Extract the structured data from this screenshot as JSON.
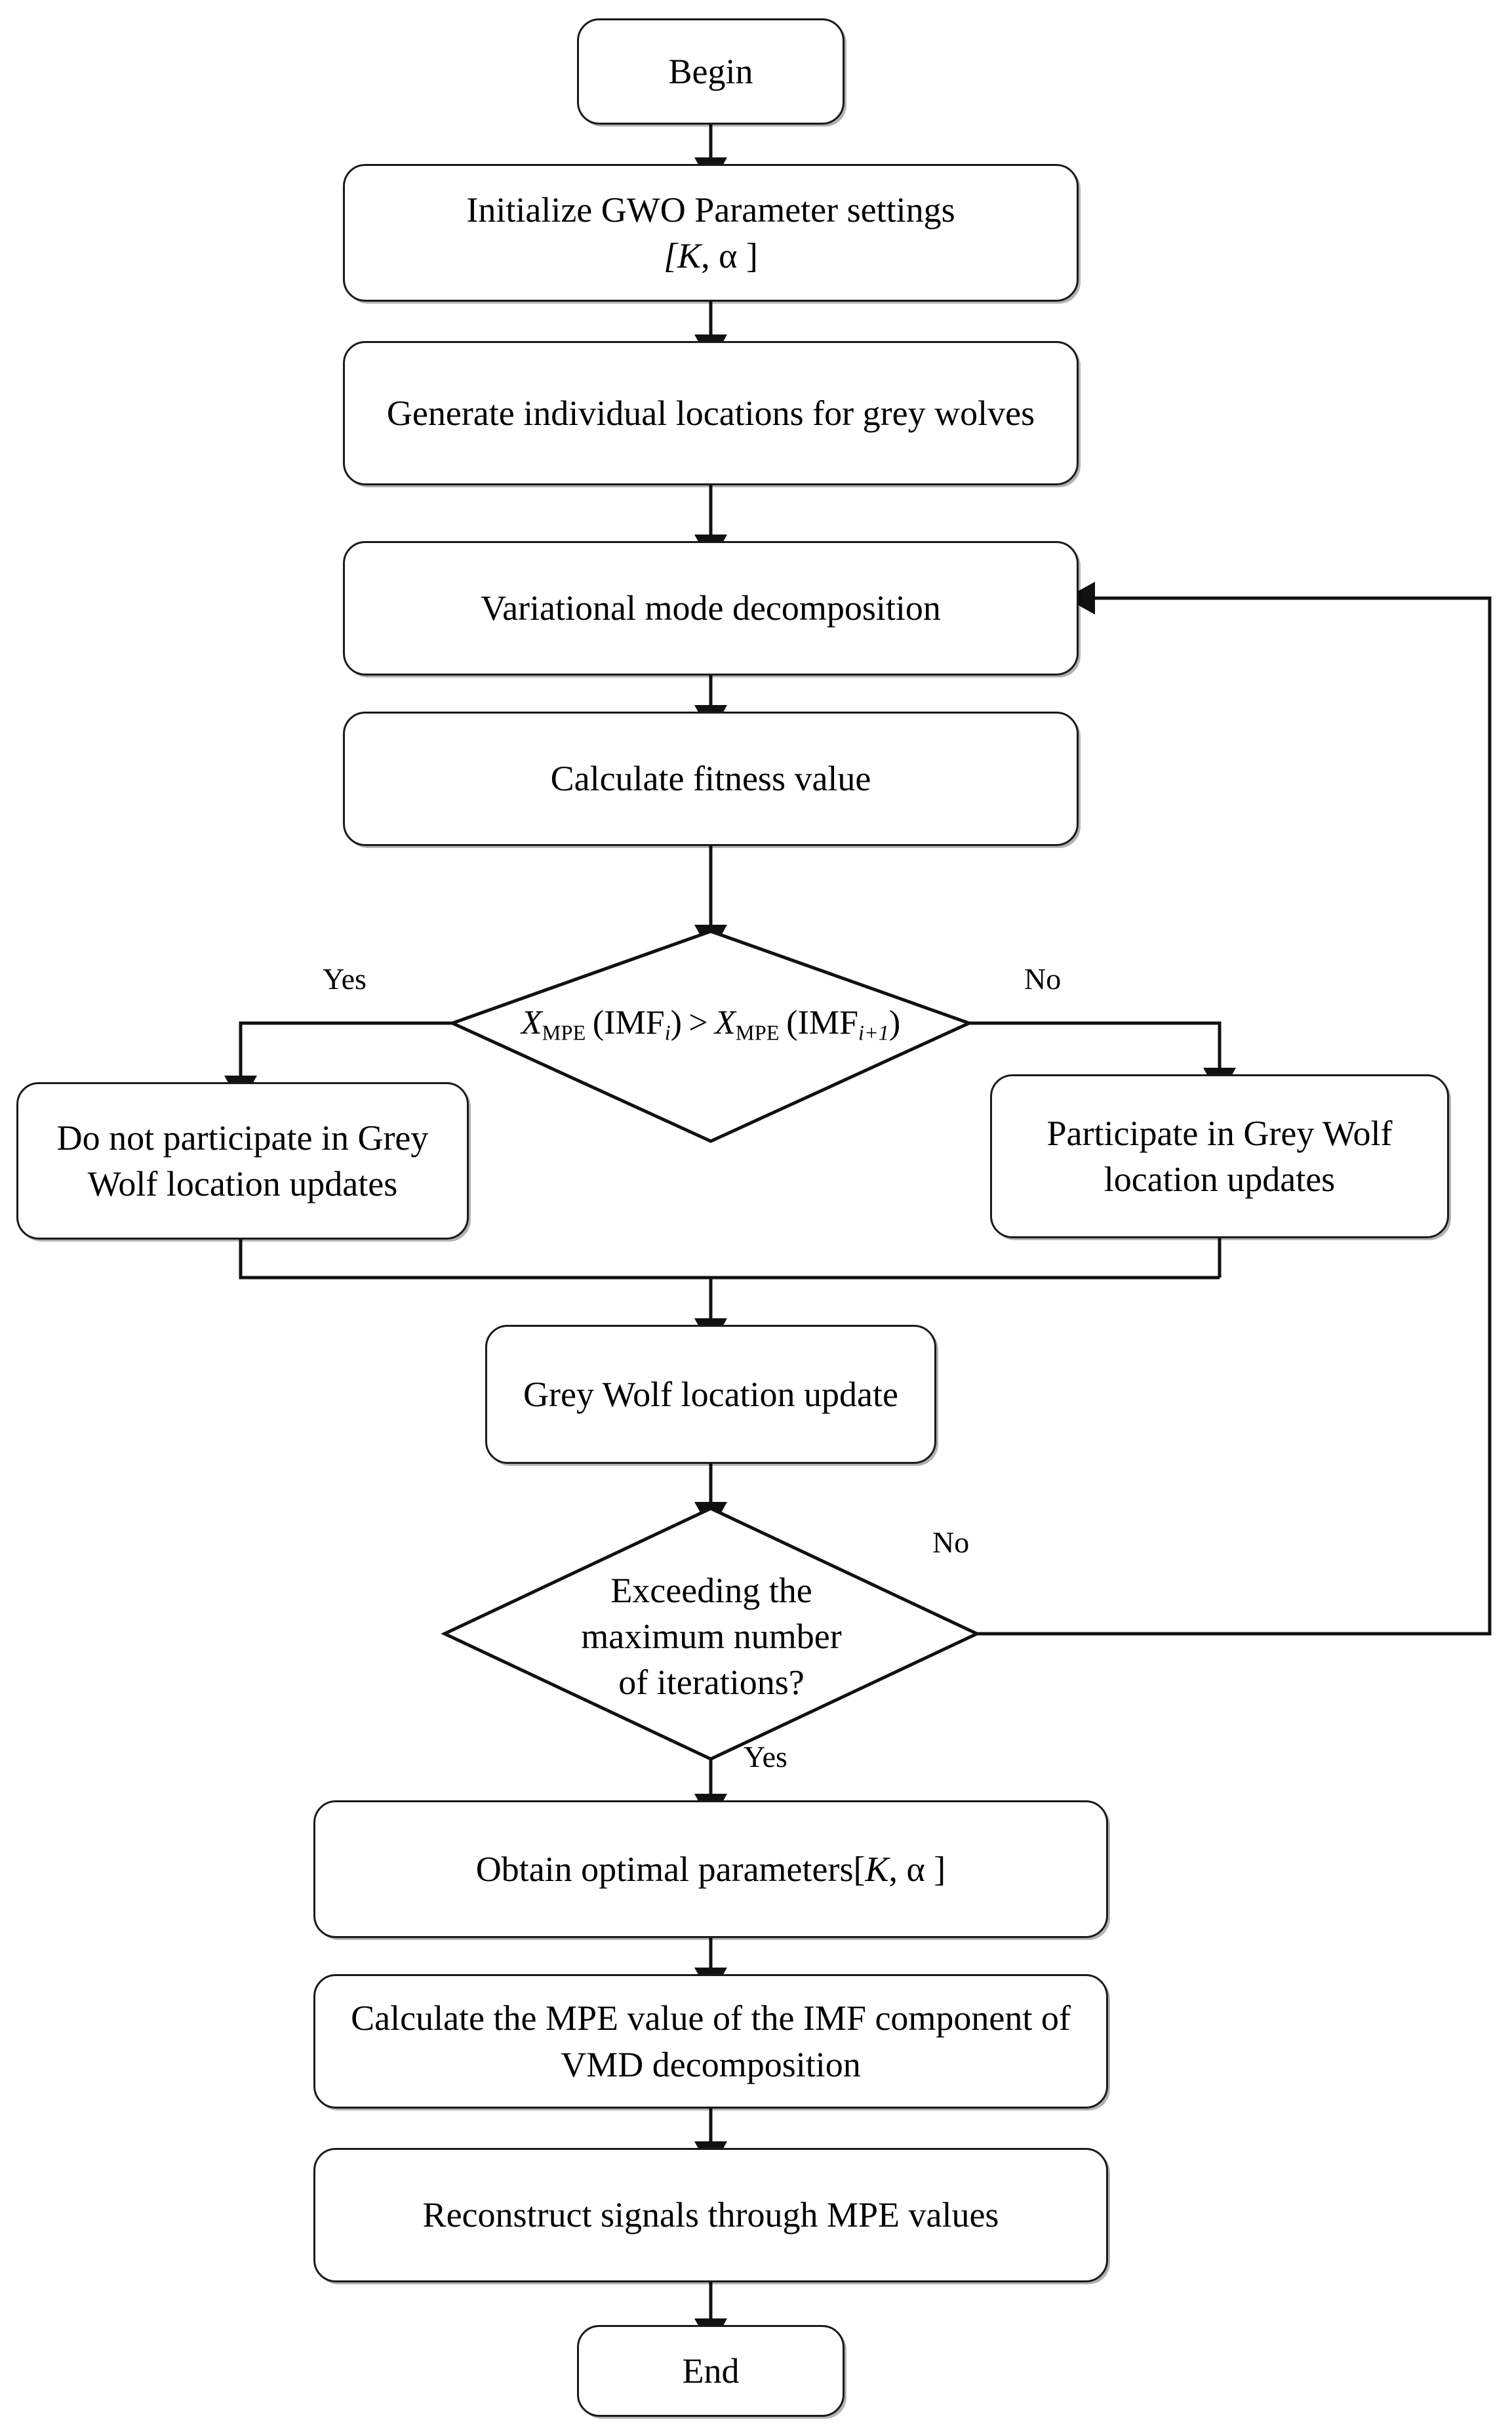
{
  "diagram": {
    "title": "GWO-VMD-MPE optimization flowchart",
    "line_color": "#1a1a1a",
    "node_fill": "#ffffff",
    "nodes": {
      "begin": {
        "label": "Begin",
        "shape": "terminator"
      },
      "init": {
        "label": "Initialize GWO Parameter settings",
        "label2": "[K, α ]",
        "shape": "process"
      },
      "generate": {
        "label": "Generate individual locations for grey wolves",
        "shape": "process"
      },
      "vmd": {
        "label": "Variational mode decomposition",
        "shape": "process"
      },
      "fitness": {
        "label": "Calculate fitness value",
        "shape": "process"
      },
      "decision_mpe": {
        "shape": "decision",
        "formula_plain": "XMPE(IMFi) > XMPE(IMFi+1)",
        "f_x1": "X",
        "f_sub1": "MPE",
        "f_open1": "(IMF",
        "f_isub1": "i",
        "f_close1": ")",
        "f_op": " > ",
        "f_x2": "X",
        "f_sub2": "MPE",
        "f_open2": "(IMF",
        "f_isub2": "i+1",
        "f_close2": ")",
        "yes_label": "Yes",
        "no_label": "No"
      },
      "no_participate": {
        "label": "Do not participate in Grey Wolf location updates",
        "shape": "process"
      },
      "participate": {
        "label": "Participate in Grey Wolf location updates",
        "shape": "process"
      },
      "wolf_update": {
        "label": "Grey Wolf  location update",
        "shape": "process"
      },
      "decision_iter": {
        "shape": "decision",
        "label_l1": "Exceeding the",
        "label_l2": "maximum number",
        "label_l3": "of iterations?",
        "yes_label": "Yes",
        "no_label": "No"
      },
      "optimal": {
        "label": "Obtain optimal parameters[K, α ]",
        "shape": "process"
      },
      "calc_mpe": {
        "label": "Calculate the MPE value of the IMF component of VMD decomposition",
        "shape": "process"
      },
      "reconstruct": {
        "label": "Reconstruct signals through MPE values",
        "shape": "process"
      },
      "end": {
        "label": "End",
        "shape": "terminator"
      }
    }
  }
}
